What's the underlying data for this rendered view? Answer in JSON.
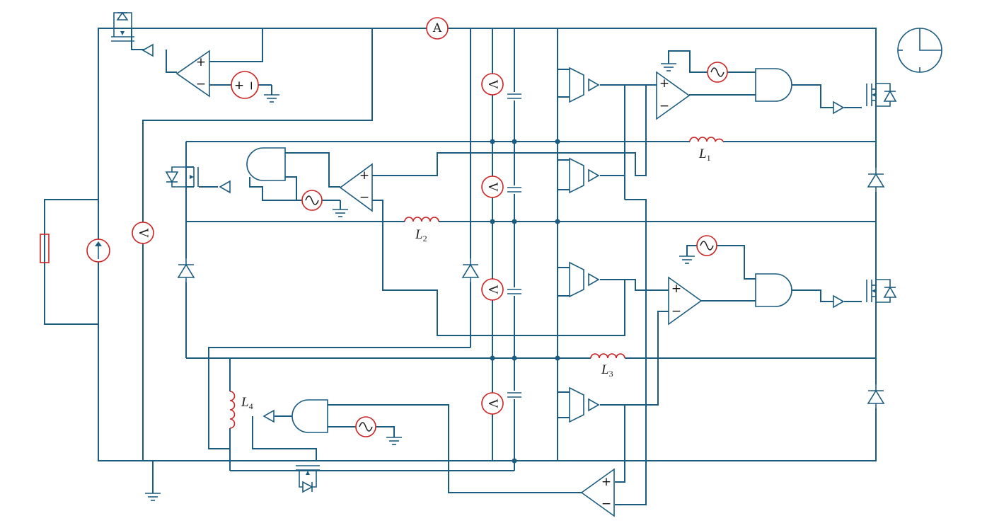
{
  "colors": {
    "wire": "#1b5c80",
    "component_red": "#cc2222",
    "background": "#ffffff"
  },
  "meters": {
    "ammeter": "A",
    "voltmeter": "V"
  },
  "opamp_signs": {
    "plus": "+",
    "minus": "−"
  },
  "dc_source_signs": {
    "plus": "+",
    "minus": "−"
  },
  "inductors": [
    {
      "letter": "L",
      "index": "1"
    },
    {
      "letter": "L",
      "index": "2"
    },
    {
      "letter": "L",
      "index": "3"
    },
    {
      "letter": "L",
      "index": "4"
    }
  ],
  "icons": [
    "clock-icon",
    "ground-icon",
    "ac-source-icon",
    "dc-source-icon",
    "resistor-icon",
    "current-source-icon",
    "diode-icon",
    "mosfet-icon",
    "capacitor-icon",
    "inductor-icon",
    "and-gate-icon",
    "buffer-icon",
    "mux-icon",
    "opamp-icon"
  ]
}
